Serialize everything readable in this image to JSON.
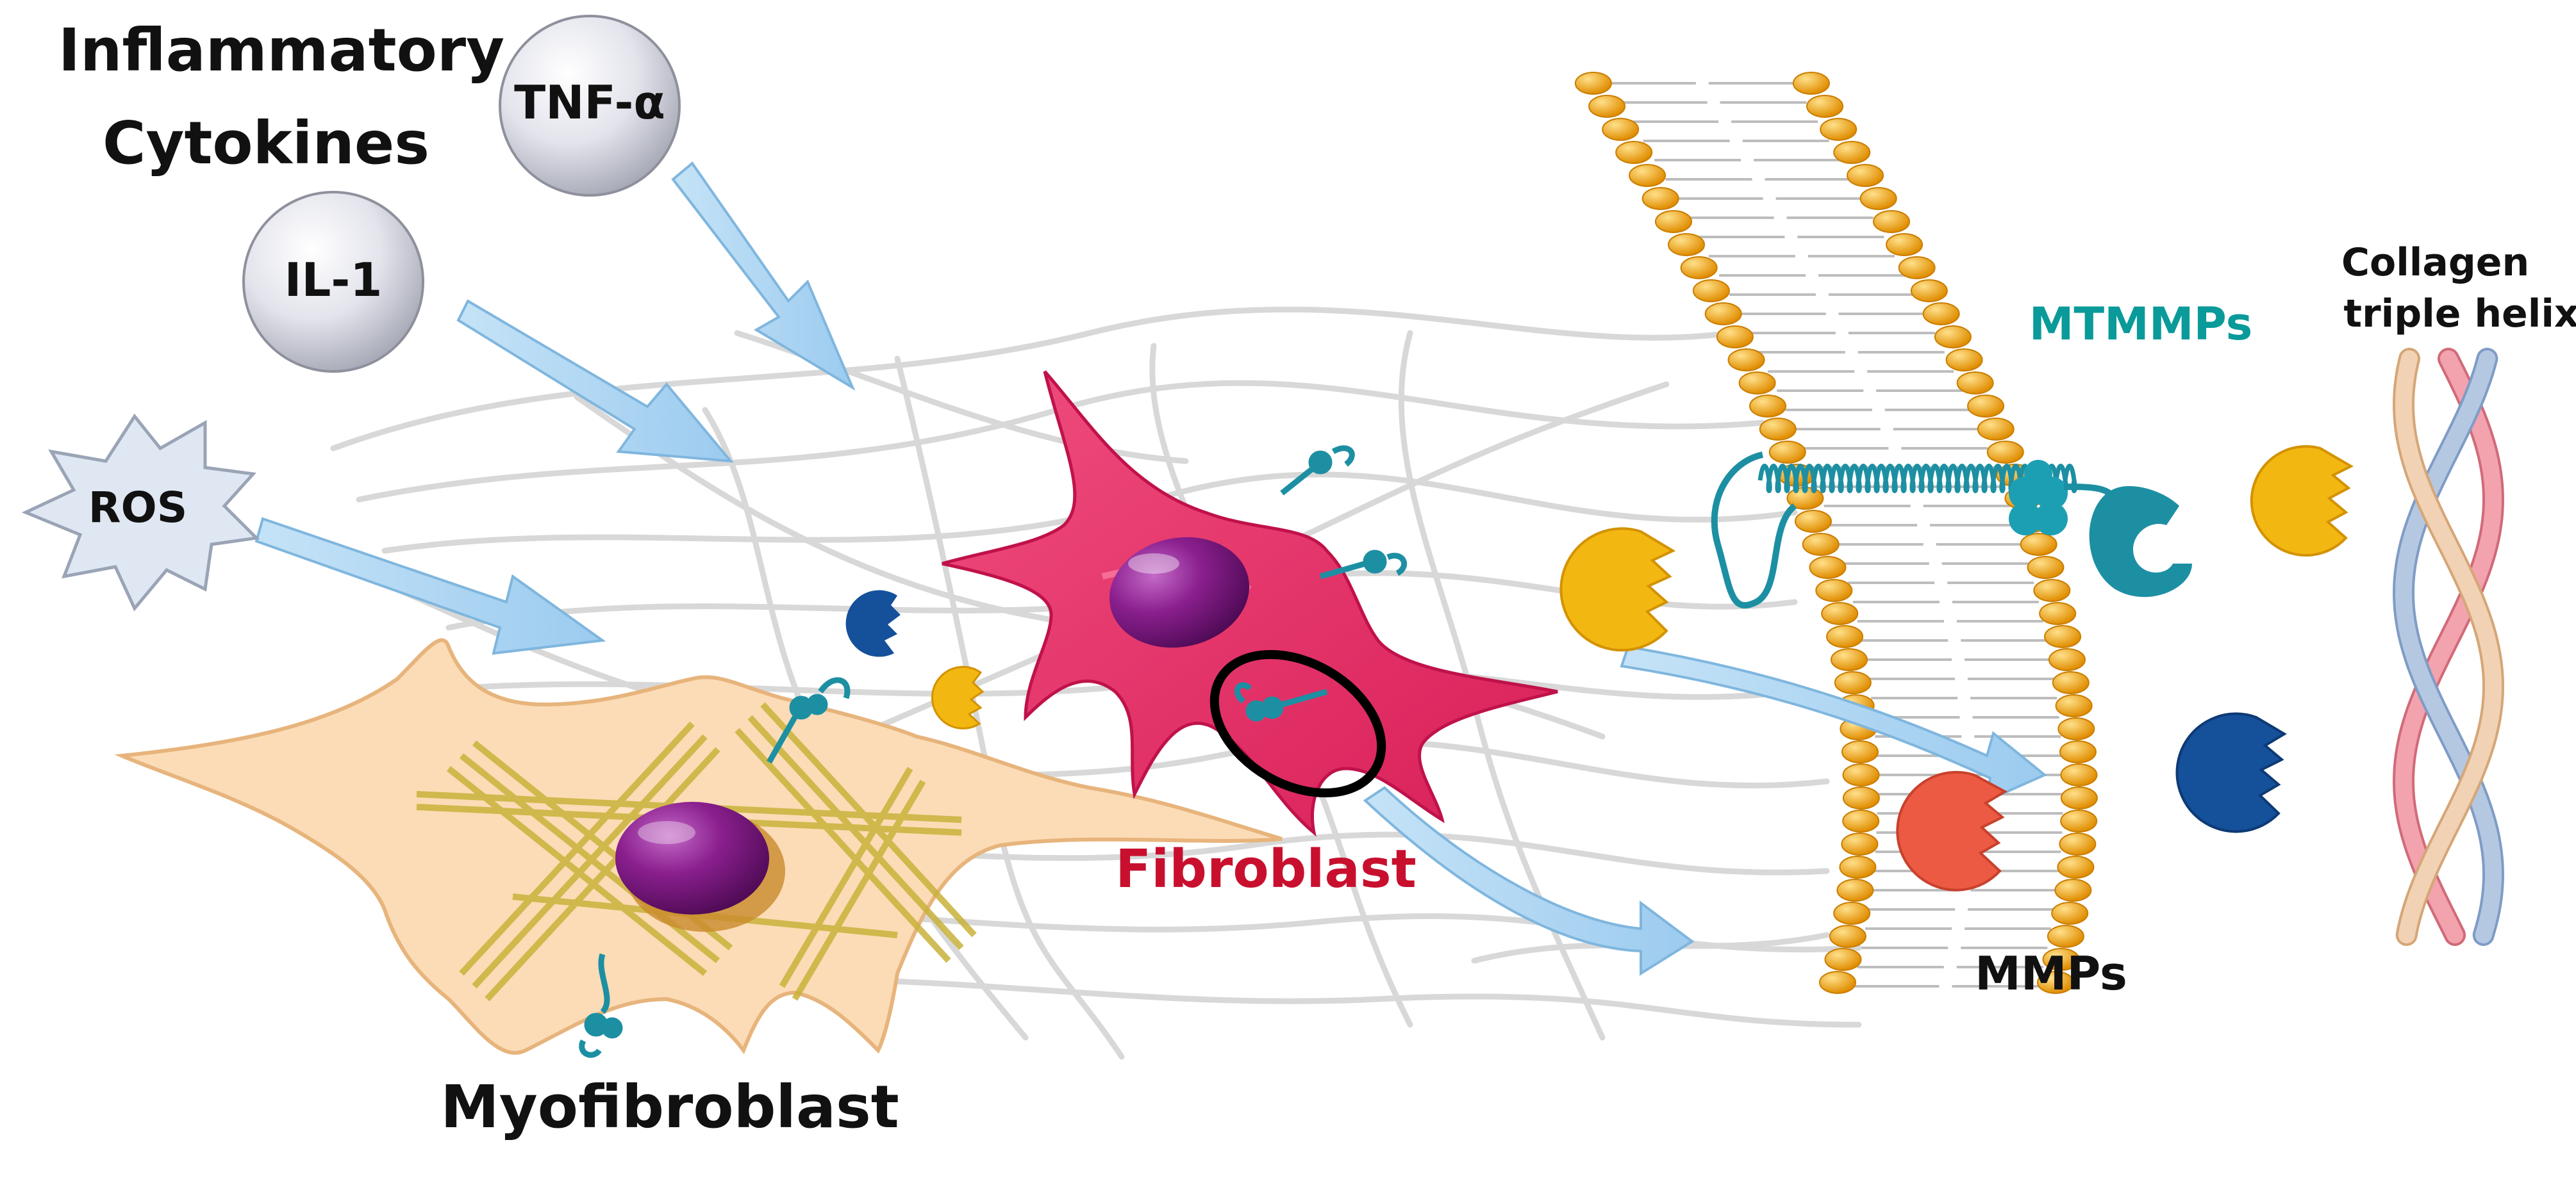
{
  "labels": {
    "inflammatory_line1": "Inflammatory",
    "inflammatory_line2": "Cytokines",
    "tnf": "TNF-α",
    "il1": "IL-1",
    "ros": "ROS",
    "fibroblast": "Fibroblast",
    "myofibroblast": "Myofibroblast",
    "mtmmps": "MTMMPs",
    "mmps": "MMPs",
    "collagen_line1": "Collagen",
    "collagen_line2": "triple helix"
  },
  "colors": {
    "fibroblast": "#e8336a",
    "fibroblast_label": "#c8102e",
    "myofibroblast": "#fbdcb6",
    "nucleus": "#7a1a7e",
    "mtmmps_label": "#0a9a9a",
    "arrow": "#aad3f2",
    "membrane_head": "#f1a81d",
    "enzyme_yellow": "#f3b711",
    "enzyme_blue": "#15509a",
    "enzyme_red": "#ec5a43",
    "fibers": "#d2d2d2"
  }
}
